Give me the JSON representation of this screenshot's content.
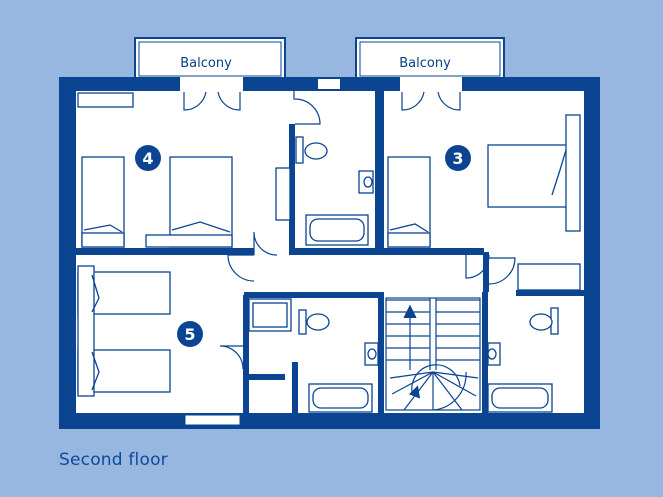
{
  "labels": {
    "balcony_left": "Balcony",
    "balcony_right": "Balcony",
    "caption": "Second floor"
  },
  "rooms": [
    {
      "id": "room-4",
      "number": "4"
    },
    {
      "id": "room-3",
      "number": "3"
    },
    {
      "id": "room-5",
      "number": "5"
    }
  ],
  "colors": {
    "background": "#97b6e0",
    "wall": "#0b4491",
    "floor": "#ffffff",
    "line": "#0b4491",
    "text": "#0a3f86"
  }
}
